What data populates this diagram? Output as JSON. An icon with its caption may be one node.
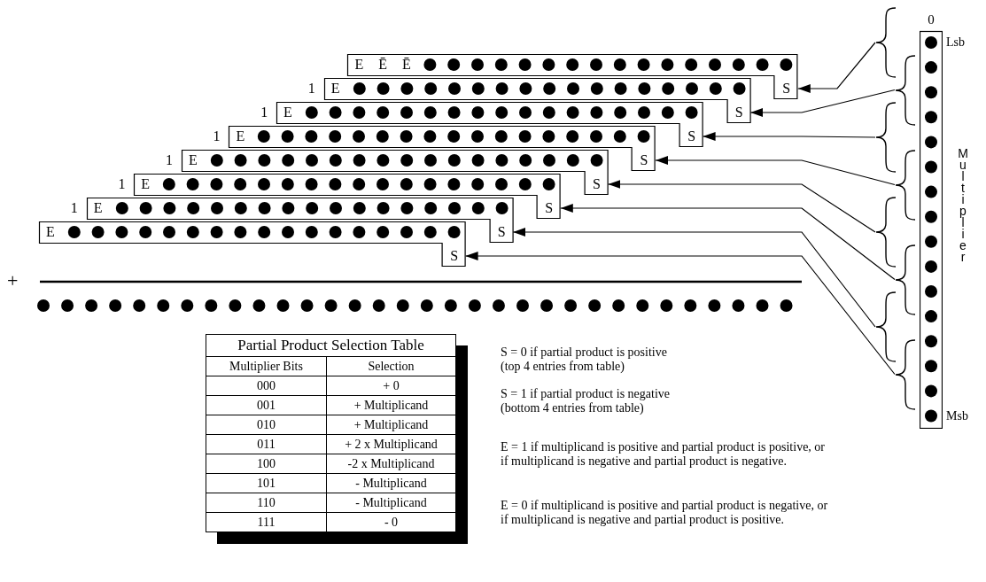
{
  "diagram": {
    "nodes": [
      {
        "text": [
          "E",
          "Ē",
          "Ē",
          "S"
        ]
      },
      {
        "text": [
          "E",
          "S"
        ],
        "beside": [
          "1"
        ]
      },
      {
        "text": [
          "E",
          "S"
        ],
        "beside": [
          "1"
        ]
      },
      {
        "text": [
          "E",
          "S"
        ],
        "beside": [
          "1"
        ]
      },
      {
        "text": [
          "E",
          "S"
        ],
        "beside": [
          "1"
        ]
      },
      {
        "text": [
          "E",
          "S"
        ],
        "beside": [
          "1"
        ]
      },
      {
        "text": [
          "E",
          "S"
        ],
        "beside": [
          "1"
        ]
      },
      {
        "text": [
          "E",
          "S"
        ]
      },
      {
        "text": [
          "0"
        ],
        "beside": [
          "Lsb",
          "Multiplier",
          "Msb"
        ]
      },
      {
        "text": [],
        "shape": "brace"
      },
      {
        "text": [],
        "shape": "brace"
      },
      {
        "text": [],
        "shape": "brace"
      },
      {
        "text": [],
        "shape": "brace"
      },
      {
        "text": [],
        "shape": "brace"
      },
      {
        "text": [],
        "shape": "brace"
      },
      {
        "text": [],
        "shape": "brace"
      },
      {
        "text": [],
        "shape": "brace"
      }
    ],
    "edges": [
      {
        "from": 9,
        "to": 0,
        "arrow": "to"
      },
      {
        "from": 10,
        "to": 1,
        "arrow": "to"
      },
      {
        "from": 11,
        "to": 2,
        "arrow": "to"
      },
      {
        "from": 12,
        "to": 3,
        "arrow": "to"
      },
      {
        "from": 13,
        "to": 4,
        "arrow": "to"
      },
      {
        "from": 14,
        "to": 5,
        "arrow": "to"
      },
      {
        "from": 15,
        "to": 6,
        "arrow": "to"
      },
      {
        "from": 16,
        "to": 7,
        "arrow": "to"
      }
    ],
    "labels": [
      "+",
      "Partial Product Selection Table",
      "Multiplier Bits",
      "Selection",
      "000",
      "+ 0",
      "001",
      "+ Multiplicand",
      "010",
      "+ Multiplicand",
      "011",
      "+ 2 x Multiplicand",
      "100",
      "-2 x Multiplicand",
      "101",
      "- Multiplicand",
      "110",
      "- Multiplicand",
      "111",
      "- 0",
      "S = 0 if partial product is positive (top 4 entries from table)",
      "S = 1 if partial product is negative (bottom 4 entries from table)",
      "E = 1 if multiplicand is positive and partial product is positive, or if multiplicand is negative and partial product is negative.",
      "E = 0 if multiplicand is positive and partial product is negative, or if multiplicand is negative and partial product is positive."
    ]
  }
}
